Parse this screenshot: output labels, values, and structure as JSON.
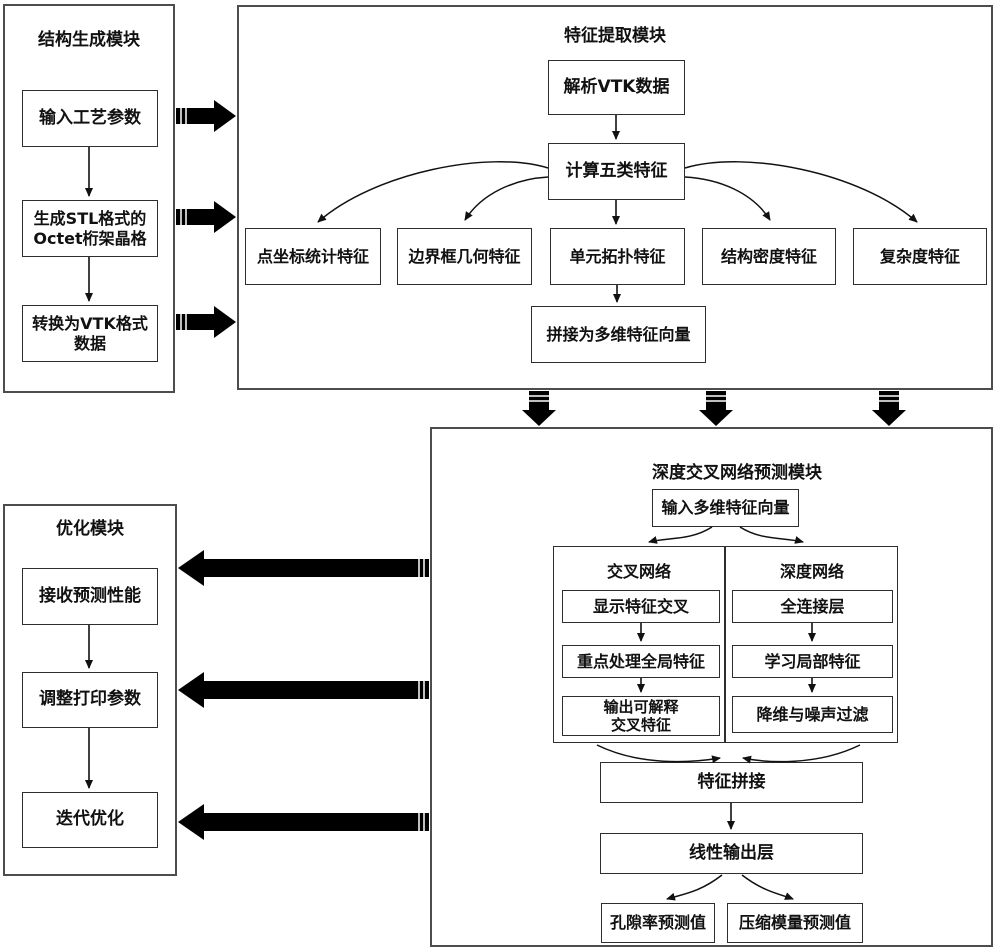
{
  "figure": {
    "structure_module": {
      "title": "结构生成模块",
      "steps": [
        "输入工艺参数",
        "生成STL格式的\nOctet桁架晶格",
        "转换为VTK格式\n数据"
      ]
    },
    "feature_module": {
      "title": "特征提取模块",
      "parse_box": "解析VTK数据",
      "compute_box": "计算五类特征",
      "features": [
        "点坐标统计特征",
        "边界框几何特征",
        "单元拓扑特征",
        "结构密度特征",
        "复杂度特征"
      ],
      "concat_box": "拼接为多维特征向量"
    },
    "optimization_module": {
      "title": "优化模块",
      "steps": [
        "接收预测性能",
        "调整打印参数",
        "迭代优化"
      ]
    },
    "dcn_module": {
      "title": "深度交叉网络预测模块",
      "input_box": "输入多维特征向量",
      "cross_network": {
        "title": "交叉网络",
        "steps": [
          "显示特征交叉",
          "重点处理全局特征",
          "输出可解释\n交叉特征"
        ]
      },
      "deep_network": {
        "title": "深度网络",
        "steps": [
          "全连接层",
          "学习局部特征",
          "降维与噪声过滤"
        ]
      },
      "concat_box": "特征拼接",
      "linear_box": "线性输出层",
      "outputs": [
        "孔隙率预测值",
        "压缩模量预测值"
      ]
    },
    "colors": {
      "line": "#111111",
      "frame": "#4d4d4d",
      "background": "#ffffff"
    }
  }
}
